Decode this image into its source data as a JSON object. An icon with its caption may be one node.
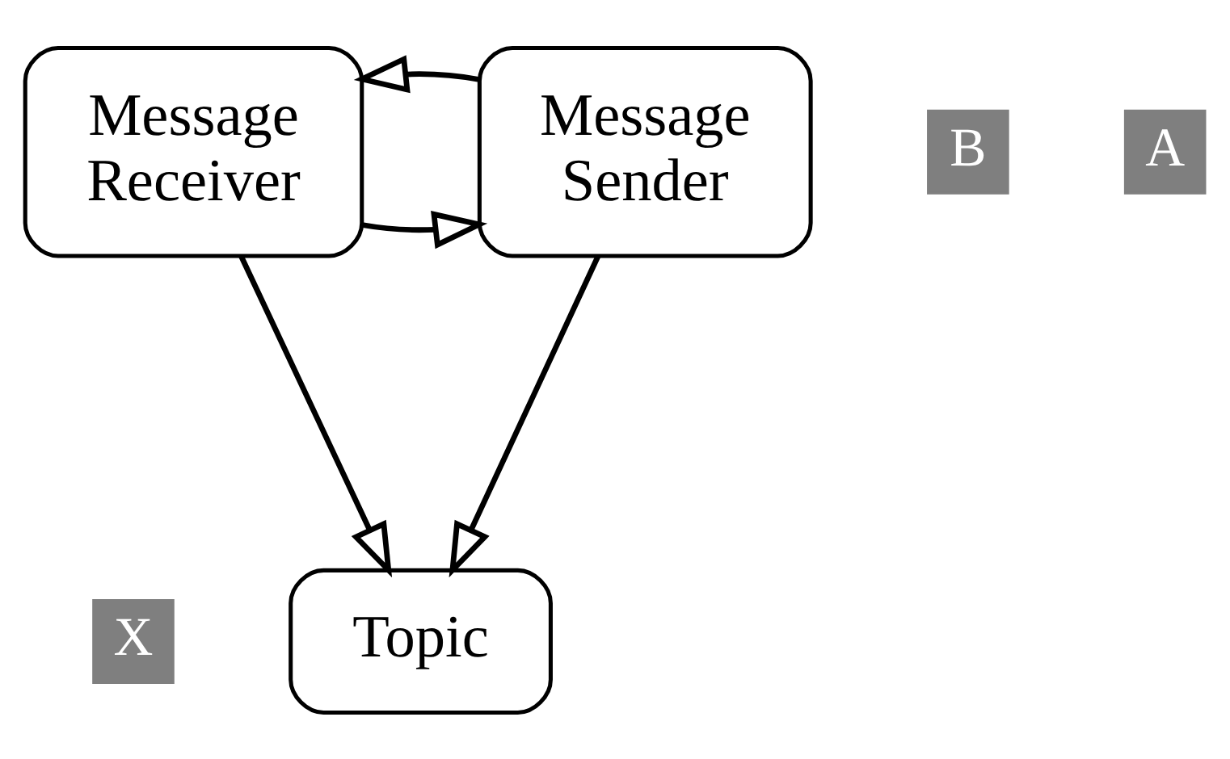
{
  "diagram": {
    "nodes": [
      {
        "text": [
          "X"
        ]
      },
      {
        "text": [
          "Topic"
        ]
      },
      {
        "text": [
          "B"
        ]
      },
      {
        "text": [
          "Message Receiver"
        ]
      },
      {
        "text": [
          "Message Sender"
        ]
      },
      {
        "text": [
          "A"
        ]
      }
    ],
    "edges": [
      {
        "from": 3,
        "to": 1,
        "arrow": "to"
      },
      {
        "from": 4,
        "to": 1,
        "arrow": "to"
      },
      {
        "from": 3,
        "to": 4,
        "arrow": "to"
      },
      {
        "from": 4,
        "to": 3,
        "arrow": "to"
      }
    ]
  }
}
